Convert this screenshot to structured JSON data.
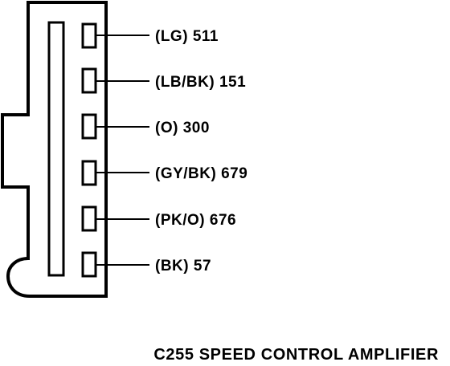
{
  "connector": {
    "id": "C255",
    "caption": "C255 SPEED CONTROL AMPLIFIER"
  },
  "pins": [
    {
      "wire": "(LG) 511"
    },
    {
      "wire": "(LB/BK) 151"
    },
    {
      "wire": "(O) 300"
    },
    {
      "wire": "(GY/BK) 679"
    },
    {
      "wire": "(PK/O) 676"
    },
    {
      "wire": "(BK) 57"
    }
  ],
  "colors": {
    "line": "#000000",
    "background": "#ffffff"
  }
}
